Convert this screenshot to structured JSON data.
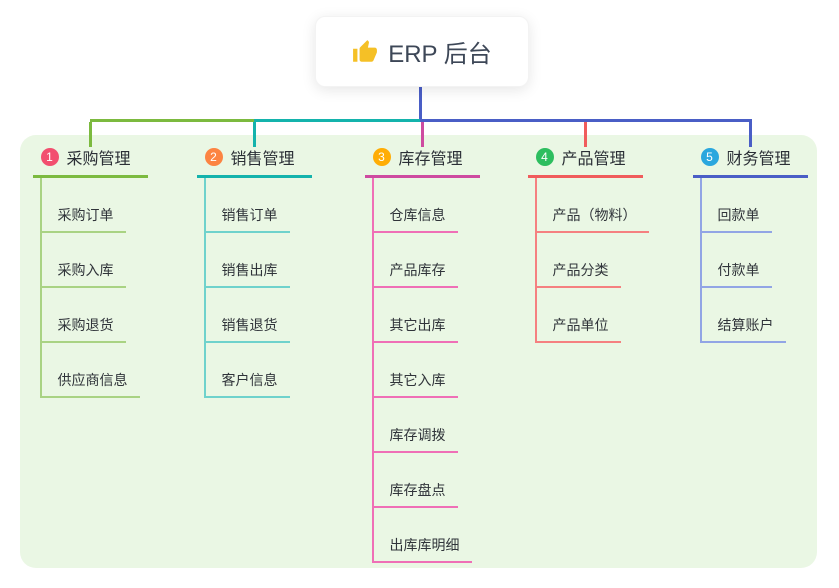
{
  "page": {
    "background": "#ffffff",
    "panel_background": "#eaf7e4"
  },
  "root": {
    "label": "ERP 后台",
    "icon": "thumbs-up-icon",
    "icon_color": "#F5C026",
    "connector_color": "#4A5EC6"
  },
  "branches": [
    {
      "index": "1",
      "label": "采购管理",
      "badge_color": "#F24F6F",
      "line_color": "#7CBA3F",
      "child_line_color": "#A9D383",
      "children": [
        "采购订单",
        "采购入库",
        "采购退货",
        "供应商信息"
      ]
    },
    {
      "index": "2",
      "label": "销售管理",
      "badge_color": "#FC8442",
      "line_color": "#14B3AC",
      "child_line_color": "#6FD2CC",
      "children": [
        "销售订单",
        "销售出库",
        "销售退货",
        "客户信息"
      ]
    },
    {
      "index": "3",
      "label": "库存管理",
      "badge_color": "#FFAD05",
      "line_color": "#CE4BA0",
      "child_line_color": "#EF6FB6",
      "children": [
        "仓库信息",
        "产品库存",
        "其它出库",
        "其它入库",
        "库存调拨",
        "库存盘点",
        "出库库明细"
      ]
    },
    {
      "index": "4",
      "label": "产品管理",
      "badge_color": "#2DBE5F",
      "line_color": "#F05C5C",
      "child_line_color": "#F58080",
      "children": [
        "产品（物料）",
        "产品分类",
        "产品单位"
      ]
    },
    {
      "index": "5",
      "label": "财务管理",
      "badge_color": "#2AA7DE",
      "line_color": "#4A5EC6",
      "child_line_color": "#92A5E5",
      "children": [
        "回款单",
        "付款单",
        "结算账户"
      ]
    }
  ]
}
